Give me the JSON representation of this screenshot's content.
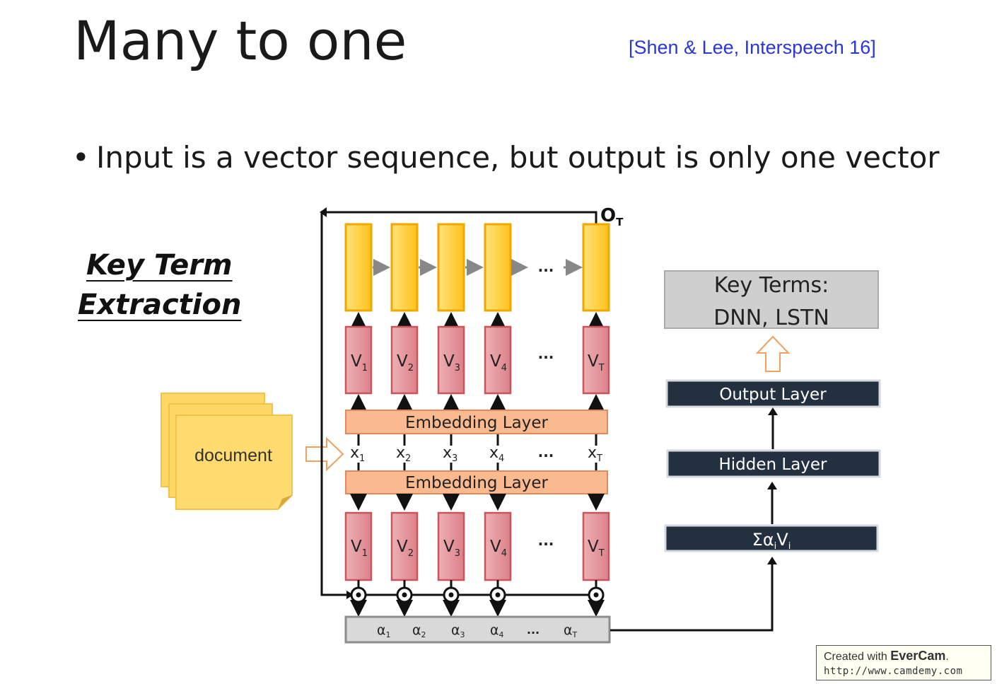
{
  "slide": {
    "title": "Many to one",
    "citation": "[Shen & Lee, Interspeech 16]",
    "bullet": "Input is a vector sequence, but output is only one vector",
    "key_term_line1": "Key Term",
    "key_term_line2": "Extraction"
  },
  "diagram": {
    "document_label": "document",
    "output_label": "O",
    "output_sub": "T",
    "embedding_label": "Embedding Layer",
    "ellipsis": "...",
    "v_labels": [
      {
        "main": "V",
        "sub": "1"
      },
      {
        "main": "V",
        "sub": "2"
      },
      {
        "main": "V",
        "sub": "3"
      },
      {
        "main": "V",
        "sub": "4"
      },
      {
        "main": "V",
        "sub": "T"
      }
    ],
    "x_labels": [
      {
        "main": "x",
        "sub": "1"
      },
      {
        "main": "x",
        "sub": "2"
      },
      {
        "main": "x",
        "sub": "3"
      },
      {
        "main": "x",
        "sub": "4"
      },
      {
        "main": "x",
        "sub": "T"
      }
    ],
    "alpha_labels": [
      {
        "main": "α",
        "sub": "1"
      },
      {
        "main": "α",
        "sub": "2"
      },
      {
        "main": "α",
        "sub": "3"
      },
      {
        "main": "α",
        "sub": "4"
      },
      {
        "main": "α",
        "sub": "T"
      }
    ],
    "sum_main": "Σα",
    "sum_sub1": "i",
    "sum_v": "V",
    "sum_sub2": "i",
    "hidden_layer": "Hidden Layer",
    "output_layer": "Output Layer",
    "result_line1": "Key Terms:",
    "result_line2": "DNN, LSTN"
  },
  "watermark": {
    "created_with": "Created with",
    "brand": "EverCam",
    "dot": ".",
    "url": "http://www.camdemy.com"
  },
  "colors": {
    "rnn_fill": "#ffd34d",
    "rnn_stroke": "#f0a800",
    "v_fill": "#e59aa0",
    "v_stroke": "#c9545c",
    "embed_fill": "#fbb98f",
    "embed_stroke": "#e08a5c",
    "dark_box": "#233040",
    "result_fill": "#cfcfcf",
    "citation": "#2a36d6"
  }
}
